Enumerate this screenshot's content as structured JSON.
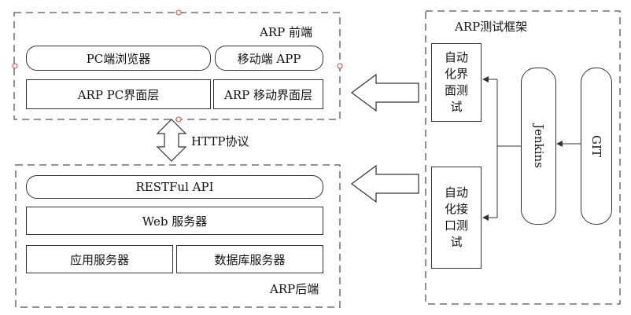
{
  "frontend": {
    "title": "ARP 前端",
    "browser": "PC端浏览器",
    "mobile_app": "移动端 APP",
    "pc_ui_layer": "ARP PC界面层",
    "mobile_ui_layer": "ARP 移动界面层"
  },
  "protocol": {
    "label": "HTTP协议"
  },
  "backend": {
    "title": "ARP后端",
    "restful": "RESTFul API",
    "web_server": "Web 服务器",
    "app_server": "应用服务器",
    "db_server": "数据库服务器"
  },
  "framework": {
    "title": "ARP测试框架",
    "ui_test_lines": [
      "自动",
      "化界",
      "面测",
      "试"
    ],
    "api_test_lines": [
      "自动",
      "化接",
      "口测",
      "试"
    ],
    "jenkins": "Jenkins",
    "git": "GIT"
  }
}
